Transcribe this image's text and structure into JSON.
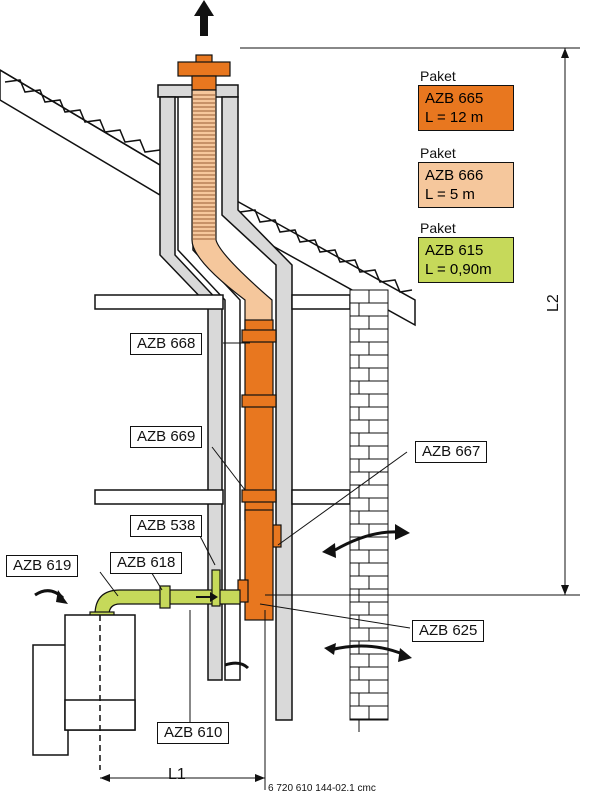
{
  "packages": [
    {
      "title": "Paket",
      "name": "AZB 665",
      "length": "L = 12 m",
      "color": "#e8771f"
    },
    {
      "title": "Paket",
      "name": "AZB 666",
      "length": "L = 5 m",
      "color": "#f5c79c"
    },
    {
      "title": "Paket",
      "name": "AZB 615",
      "length": "L = 0,90m",
      "color": "#c6d95a"
    }
  ],
  "labels": {
    "azb668": "AZB 668",
    "azb669": "AZB 669",
    "azb667": "AZB 667",
    "azb538": "AZB 538",
    "azb619": "AZB 619",
    "azb618": "AZB 618",
    "azb625": "AZB 625",
    "azb610": "AZB 610"
  },
  "dimensions": {
    "l2": "L2",
    "l1": "L1"
  },
  "drawing_code": "6 720 610 144-02.1 cmc",
  "colors": {
    "flue_orange": "#e8771f",
    "flex_orange": "#f5c79c",
    "connector_green": "#c6d95a",
    "masonry": "#d9d9d9",
    "outline": "#111111"
  }
}
